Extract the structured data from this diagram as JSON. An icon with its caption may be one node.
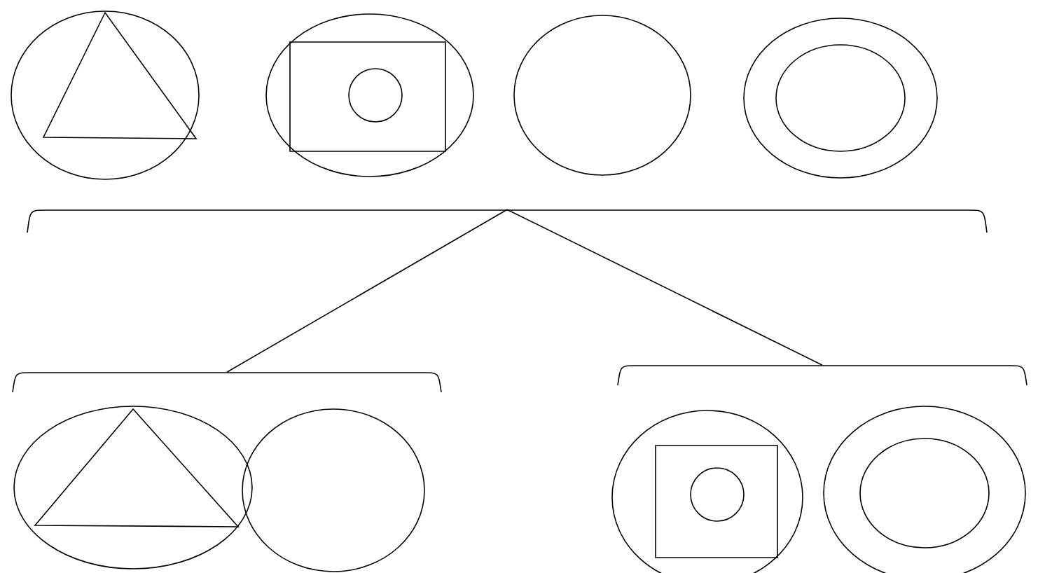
{
  "diagram": {
    "nodes": [
      {
        "text": [],
        "shape": "circle"
      },
      {
        "text": [],
        "shape": "circle"
      },
      {
        "text": [],
        "shape": "circle"
      },
      {
        "text": [],
        "shape": "circle"
      },
      {
        "text": [],
        "shape": "bracket"
      },
      {
        "text": [],
        "shape": "bracket"
      },
      {
        "text": [],
        "shape": "bracket"
      },
      {
        "text": [],
        "shape": "circle"
      },
      {
        "text": [],
        "shape": "circle"
      },
      {
        "text": [],
        "shape": "circle"
      },
      {
        "text": [],
        "shape": "circle"
      }
    ],
    "edges": [
      {
        "from": 4,
        "to": 5,
        "arrow": "none"
      },
      {
        "from": 4,
        "to": 6,
        "arrow": "none"
      }
    ]
  }
}
